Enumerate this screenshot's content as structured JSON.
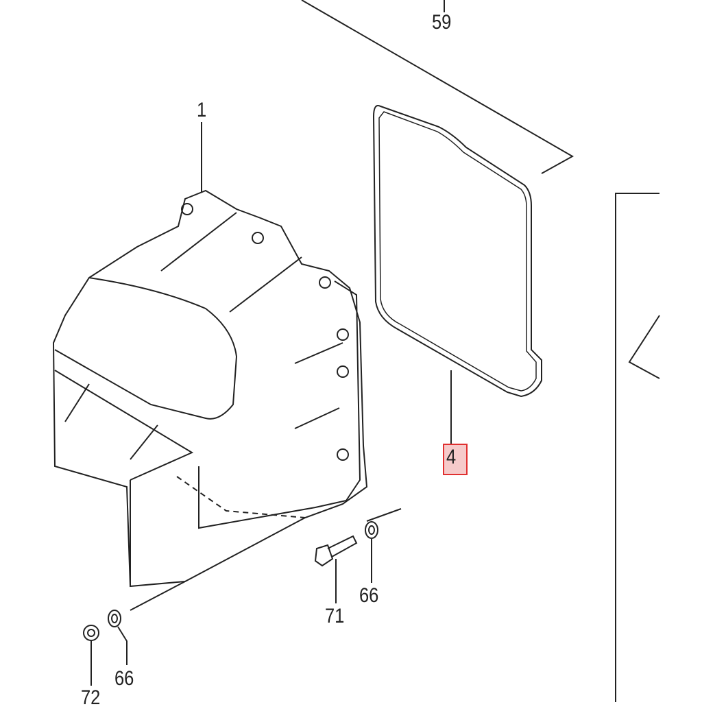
{
  "labels": {
    "part_59": "59",
    "part_1": "1",
    "part_4": "4",
    "part_71": "71",
    "part_66a": "66",
    "part_66b": "66",
    "part_72": "72"
  },
  "highlight_color": "#e03030"
}
